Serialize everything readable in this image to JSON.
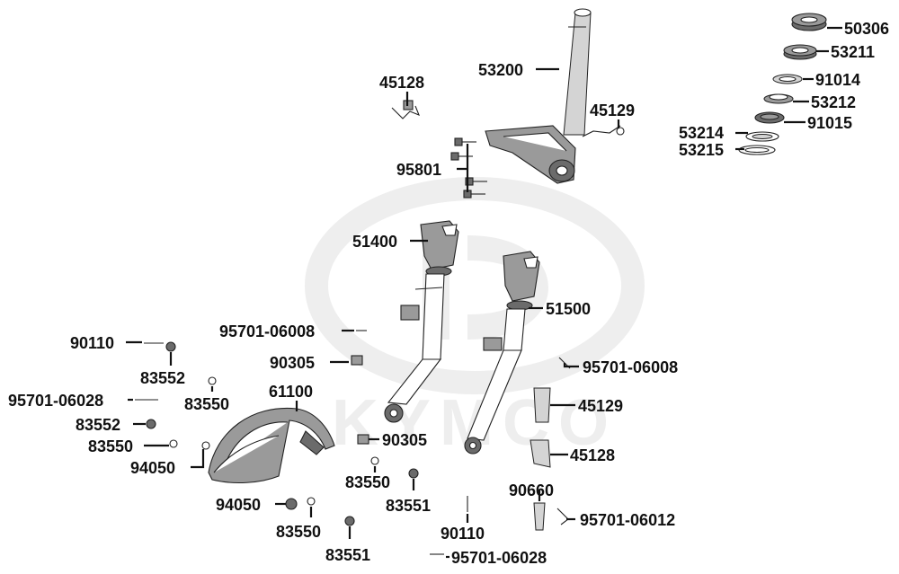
{
  "watermark": {
    "text": "KYMCO"
  },
  "labels": {
    "p50306": "50306",
    "p53211": "53211",
    "p91014": "91014",
    "p53212": "53212",
    "p91015": "91015",
    "p53214": "53214",
    "p53215": "53215",
    "p53200": "53200",
    "p45128_top": "45128",
    "p45129_top": "45129",
    "p95801": "95801",
    "p51400": "51400",
    "p51500": "51500",
    "p95701_06008_left": "95701-06008",
    "p95701_06008_right": "95701-06008",
    "p90110_left": "90110",
    "p83552_a": "83552",
    "p90305_a": "90305",
    "p95701_06028_left": "95701-06028",
    "p83550_a": "83550",
    "p61100": "61100",
    "p45129_bottom": "45129",
    "p83552_b": "83552",
    "p90305_b": "90305",
    "p83550_b": "83550",
    "p45128_bottom": "45128",
    "p94050_a": "94050",
    "p83550_c": "83550",
    "p83551_a": "83551",
    "p90660": "90660",
    "p94050_b": "94050",
    "p95701_06012": "95701-06012",
    "p83550_d": "83550",
    "p90110_bottom": "90110",
    "p83551_b": "83551",
    "p95701_06028_bottom": "95701-06028"
  }
}
